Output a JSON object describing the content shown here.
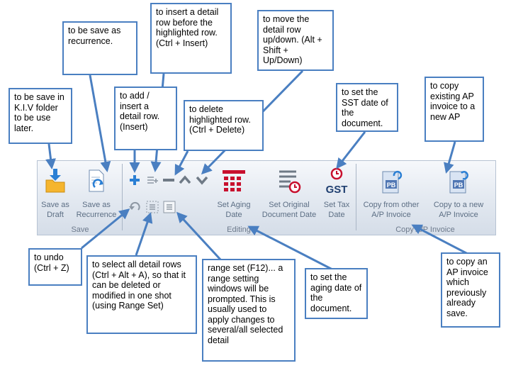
{
  "groups": {
    "save": "Save",
    "editing": "Editing",
    "copy": "Copy A/P Invoice"
  },
  "buttons": {
    "save_draft": "Save as\nDraft",
    "save_recurrence": "Save as\nRecurrence",
    "set_aging": "Set Aging\nDate",
    "set_original": "Set Original\nDocument Date",
    "set_tax": "Set Tax\nDate",
    "copy_other": "Copy from other\nA/P Invoice",
    "copy_new": "Copy to a new\nA/P Invoice",
    "gst_badge": "GST",
    "pb_badge": "PB"
  },
  "callouts": {
    "kiv": "to be save in K.I.V folder to be use later.",
    "recurrence": "to be save as recurrence.",
    "insert_before": "to insert a detail row before the highlighted row. (Ctrl + Insert)",
    "add_insert": "to add / insert a detail row. (Insert)",
    "delete": "to delete highlighted row. (Ctrl + Delete)",
    "move": "to move the detail row up/down. (Alt + Shift + Up/Down)",
    "sst": "to set the SST date of the document.",
    "copy_existing": "to copy existing AP invoice to a new AP",
    "undo": "to undo (Ctrl + Z)",
    "select_all": "to select all detail rows (Ctrl + Alt + A), so that it can be deleted or modified in one shot (using Range Set)",
    "range_set": "range set (F12)... a range setting windows will be prompted. This is usually used to apply changes to several/all selected detail",
    "aging": "to set the aging date of the document.",
    "copy_saved": "to copy an AP invoice which previously already save."
  },
  "colors": {
    "callout_border": "#4a7fc1",
    "arrow": "#4a7fc1",
    "ribbon_text": "#5c6e84",
    "group_label": "#6d7a8c",
    "icon_red": "#c8102e",
    "icon_blue": "#2a7fd4",
    "icon_gray": "#6f7a86"
  }
}
